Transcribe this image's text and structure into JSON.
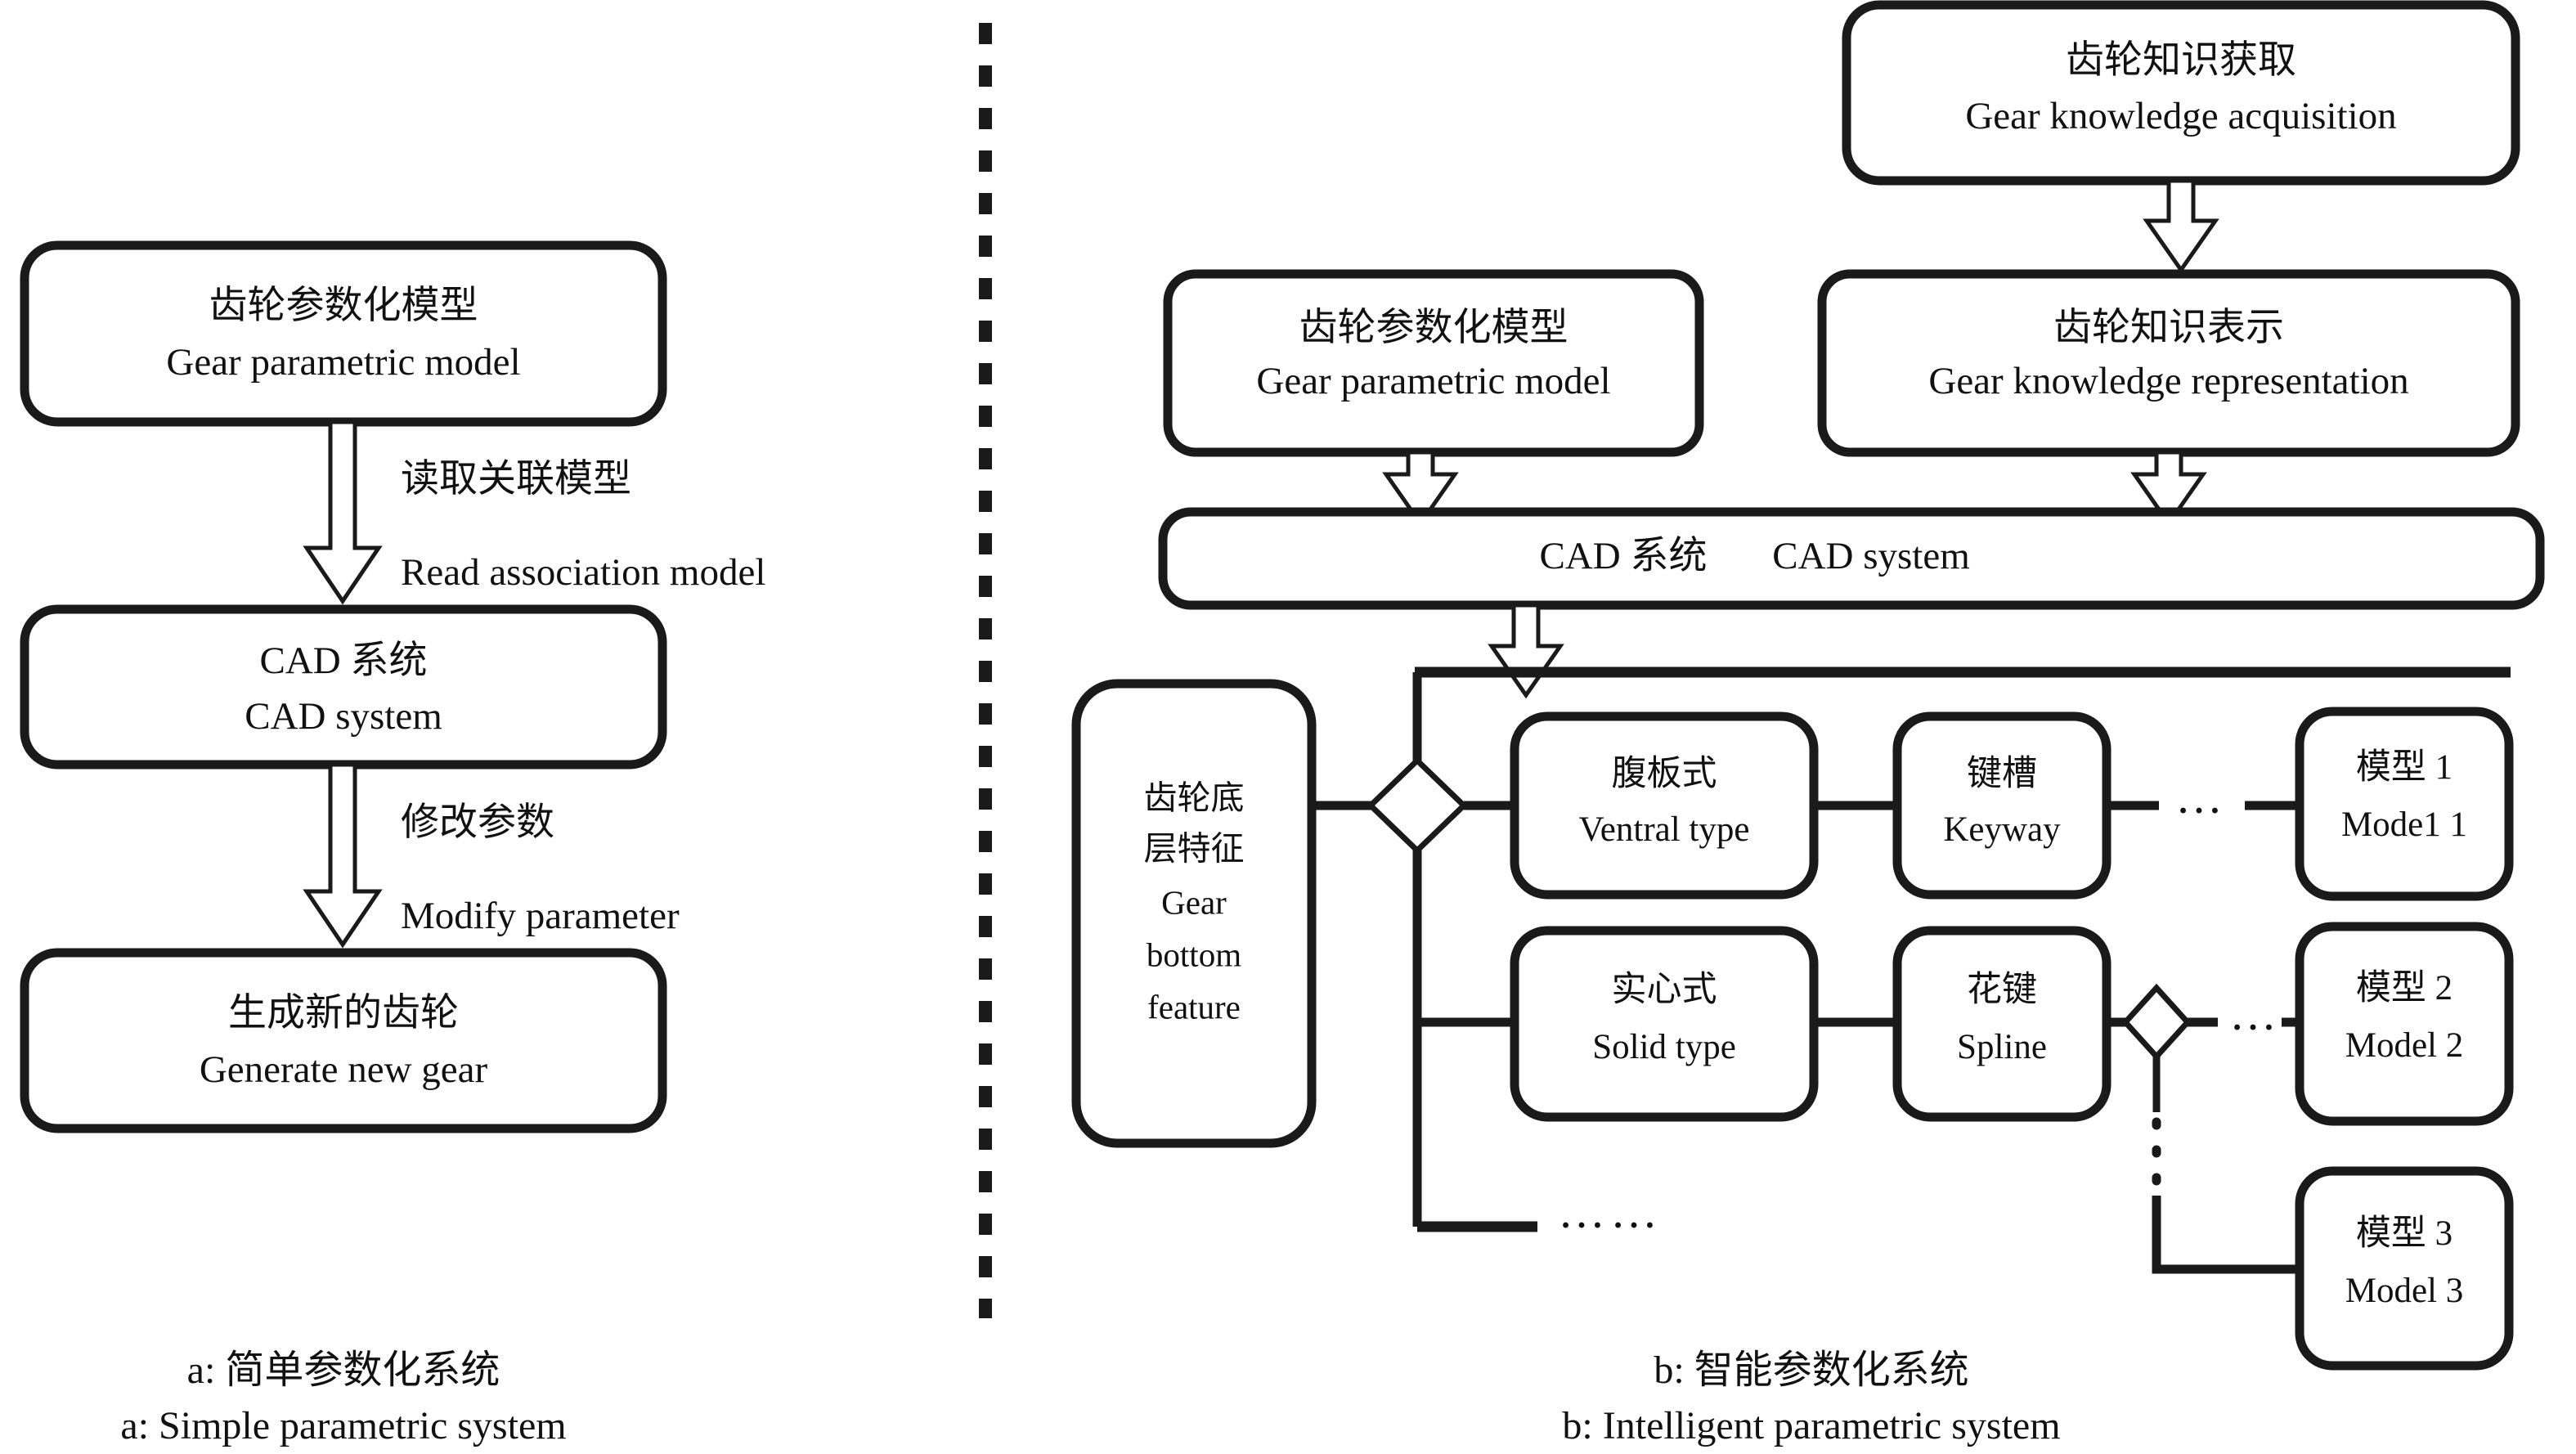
{
  "figure": {
    "divider": "vertical-dashed-separator"
  },
  "panel_a": {
    "caption_cn": "a: 简单参数化系统",
    "caption_en": "a: Simple parametric system",
    "nodes": [
      {
        "id": "a-gear-parametric-model",
        "cn": "齿轮参数化模型",
        "en": "Gear parametric model"
      },
      {
        "id": "a-cad-system",
        "cn": "CAD 系统",
        "en": "CAD system"
      },
      {
        "id": "a-generate-new-gear",
        "cn": "生成新的齿轮",
        "en": "Generate new gear"
      }
    ],
    "edges": [
      {
        "id": "a-edge-read-association",
        "cn": "读取关联模型",
        "en": "Read association model"
      },
      {
        "id": "a-edge-modify-parameter",
        "cn": "修改参数",
        "en": "Modify parameter"
      }
    ]
  },
  "panel_b": {
    "caption_cn": "b: 智能参数化系统",
    "caption_en": "b: Intelligent parametric system",
    "nodes": [
      {
        "id": "b-gear-knowledge-acquisition",
        "cn": "齿轮知识获取",
        "en": "Gear knowledge acquisition"
      },
      {
        "id": "b-gear-parametric-model",
        "cn": "齿轮参数化模型",
        "en": "Gear parametric model"
      },
      {
        "id": "b-gear-knowledge-representation",
        "cn": "齿轮知识表示",
        "en": "Gear knowledge representation"
      },
      {
        "id": "b-cad-system-cn",
        "cn": "CAD 系统",
        "en": "CAD system"
      },
      {
        "id": "b-gear-bottom-feature",
        "cn": "齿轮底层特征",
        "cn_l1": "齿轮底",
        "cn_l2": "层特征",
        "en_l1": "Gear",
        "en_l2": "bottom",
        "en_l3": "feature"
      },
      {
        "id": "b-ventral-type",
        "cn": "腹板式",
        "en": "Ventral type"
      },
      {
        "id": "b-keyway",
        "cn": "键槽",
        "en": "Keyway"
      },
      {
        "id": "b-model-1",
        "cn": "模型 1",
        "en": "Mode1 1"
      },
      {
        "id": "b-solid-type",
        "cn": "实心式",
        "en": "Solid type"
      },
      {
        "id": "b-spline",
        "cn": "花键",
        "en": "Spline"
      },
      {
        "id": "b-model-2",
        "cn": "模型 2",
        "en": "Model 2"
      },
      {
        "id": "b-model-3",
        "cn": "模型 3",
        "en": "Model 3"
      }
    ],
    "ellipses": {
      "row1_between_keyway_model1": "…",
      "row2_between_diamond_model2": "…",
      "bottom_branch": "……"
    }
  },
  "colors": {
    "stroke": "#1a1a1a",
    "fill": "#ffffff",
    "text": "#111111"
  }
}
